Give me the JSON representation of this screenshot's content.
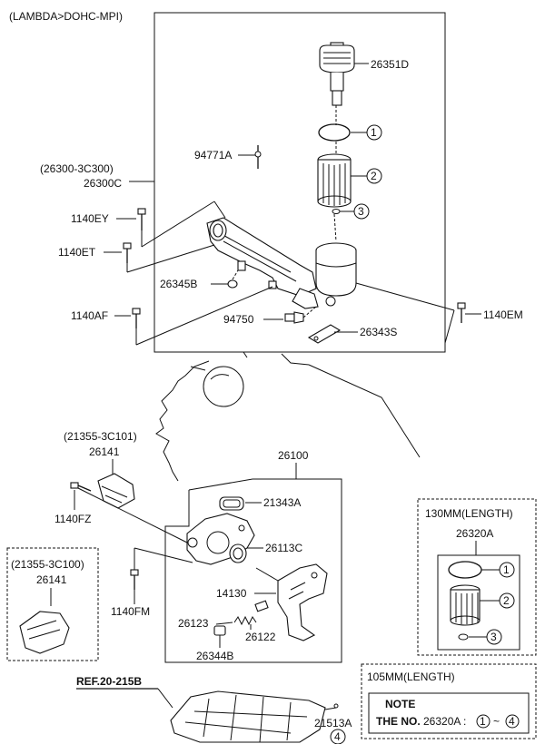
{
  "header": {
    "engine_label": "(LAMBDA>DOHC-MPI)"
  },
  "upper_group": {
    "alt_part": "(26300-3C300)",
    "part": "26300C"
  },
  "callouts": [
    {
      "id": "cap",
      "number": "26351D"
    },
    {
      "id": "oring",
      "number": "",
      "ref_circle": "1"
    },
    {
      "id": "element",
      "number": "",
      "ref_circle": "2"
    },
    {
      "id": "small_oring",
      "number": "",
      "ref_circle": "3"
    },
    {
      "id": "pin",
      "number": "94771A"
    },
    {
      "id": "bolt_ey",
      "number": "1140EY"
    },
    {
      "id": "bolt_et",
      "number": "1140ET"
    },
    {
      "id": "plug",
      "number": "26345B"
    },
    {
      "id": "bolt_af",
      "number": "1140AF"
    },
    {
      "id": "switch",
      "number": "94750"
    },
    {
      "id": "bracket",
      "number": "26343S"
    },
    {
      "id": "bolt_em",
      "number": "1140EM"
    },
    {
      "id": "cover_alt",
      "number": "(21355-3C101)"
    },
    {
      "id": "cover",
      "number": "26141"
    },
    {
      "id": "bolt_fz",
      "number": "1140FZ"
    },
    {
      "id": "pump_group",
      "number": "26100"
    },
    {
      "id": "gasket",
      "number": "21343A"
    },
    {
      "id": "seal",
      "number": "26113C"
    },
    {
      "id": "strainer",
      "number": "14130"
    },
    {
      "id": "relief_valve",
      "number": "26123"
    },
    {
      "id": "spring",
      "number": "26122"
    },
    {
      "id": "relief_plug",
      "number": "26344B"
    },
    {
      "id": "bolt_fm",
      "number": "1140FM"
    },
    {
      "id": "ref",
      "number": "REF.20-215B"
    },
    {
      "id": "oil_pan",
      "number": "21513A",
      "ref_circle": "4"
    }
  ],
  "left_dashed_box": {
    "alt_part": "(21355-3C100)",
    "part": "26141"
  },
  "right_box_130": {
    "length_label": "130MM(LENGTH)",
    "part": "26320A",
    "ref_circles": [
      "1",
      "2",
      "3"
    ]
  },
  "right_box_105": {
    "length_label": "105MM(LENGTH)",
    "note_title": "NOTE",
    "note_prefix": "THE NO.",
    "note_part": "26320A :",
    "note_from": "1",
    "note_sep": "~",
    "note_to": "4"
  }
}
